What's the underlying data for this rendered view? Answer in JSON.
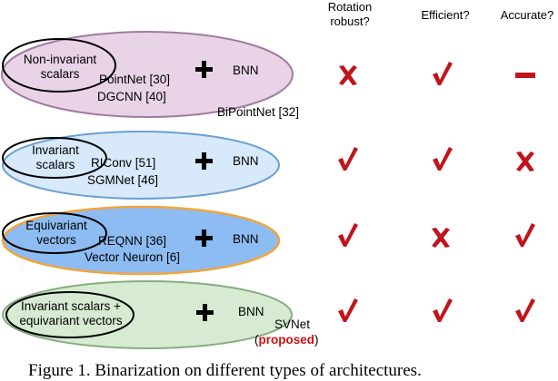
{
  "headers": {
    "rotation": "Rotation robust?",
    "efficient": "Efficient?",
    "accurate": "Accurate?"
  },
  "rows": [
    {
      "inner_label": "Non-invariant scalars",
      "methods": [
        "PointNet [30]",
        "DGCNN [40]"
      ],
      "plus": "+",
      "bnn": "BNN",
      "result": "BiPointNet [32]",
      "fill": "#e8d4e6",
      "stroke": "#a07ba0",
      "marks": [
        "cross",
        "check",
        "dash"
      ]
    },
    {
      "inner_label": "Invariant scalars",
      "methods": [
        "RIConv [51]",
        "SGMNet [46]"
      ],
      "plus": "+",
      "bnn": "BNN",
      "result": "",
      "fill": "#d7e9fa",
      "stroke": "#6b9fd1",
      "marks": [
        "check",
        "check",
        "cross"
      ]
    },
    {
      "inner_label": "Equivariant vectors",
      "methods": [
        "REQNN [36]",
        "Vector Neuron [6]"
      ],
      "plus": "+",
      "bnn": "BNN",
      "result": "",
      "fill": "#8cbcf2",
      "stroke": "#f3a43a",
      "marks": [
        "check",
        "cross",
        "check"
      ]
    },
    {
      "inner_label": "Invariant scalars + equivariant vectors",
      "methods": [],
      "plus": "+",
      "bnn": "BNN",
      "result": "SVNet",
      "result_highlight": "proposed",
      "fill": "#d7ebd2",
      "stroke": "#86ad7f",
      "marks": [
        "check",
        "check",
        "check"
      ]
    }
  ],
  "caption": "Figure 1. Binarization on different types of architectures.",
  "mark_color": "#c0141c"
}
